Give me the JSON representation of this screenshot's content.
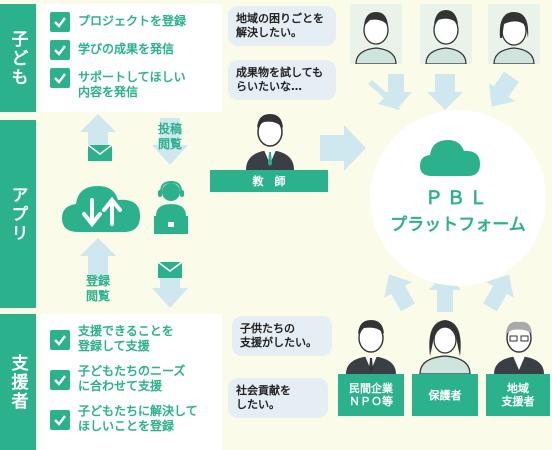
{
  "sections": {
    "kids": "子ども",
    "app": "アプリ",
    "support": "支援者"
  },
  "kids_items": [
    "プロジェクトを登録",
    "学びの成果を発信",
    "サポートしてほしい\n内容を発信"
  ],
  "support_items": [
    "支援できることを\n登録して支援",
    "子どもたちのニーズ\nに合わせて支援",
    "子どもたちに解決して\nほしいことを登録"
  ],
  "app_labels": {
    "post_view": "投稿\n閲覧",
    "register_view": "登録\n閲覧"
  },
  "bubbles": {
    "kids_1": "地域の困りごとを\n解決したい。",
    "kids_2": "成果物を試しても\nらいたいな…",
    "sup_1": "子供たちの\n支援がしたい。",
    "sup_2": "社会貢献を\nしたい。"
  },
  "roles": {
    "teacher": "教　師",
    "company": "民間企業\nＮＰＯ等",
    "guardian": "保護者",
    "local": "地域\n支援者"
  },
  "platform": {
    "line1": "ＰＢＬ",
    "line2": "プラットフォーム"
  },
  "colors": {
    "green": "#2bb28d",
    "arrow": "#cfe8ef",
    "bubble": "#e6eef5",
    "bg": "#fbfbea"
  }
}
